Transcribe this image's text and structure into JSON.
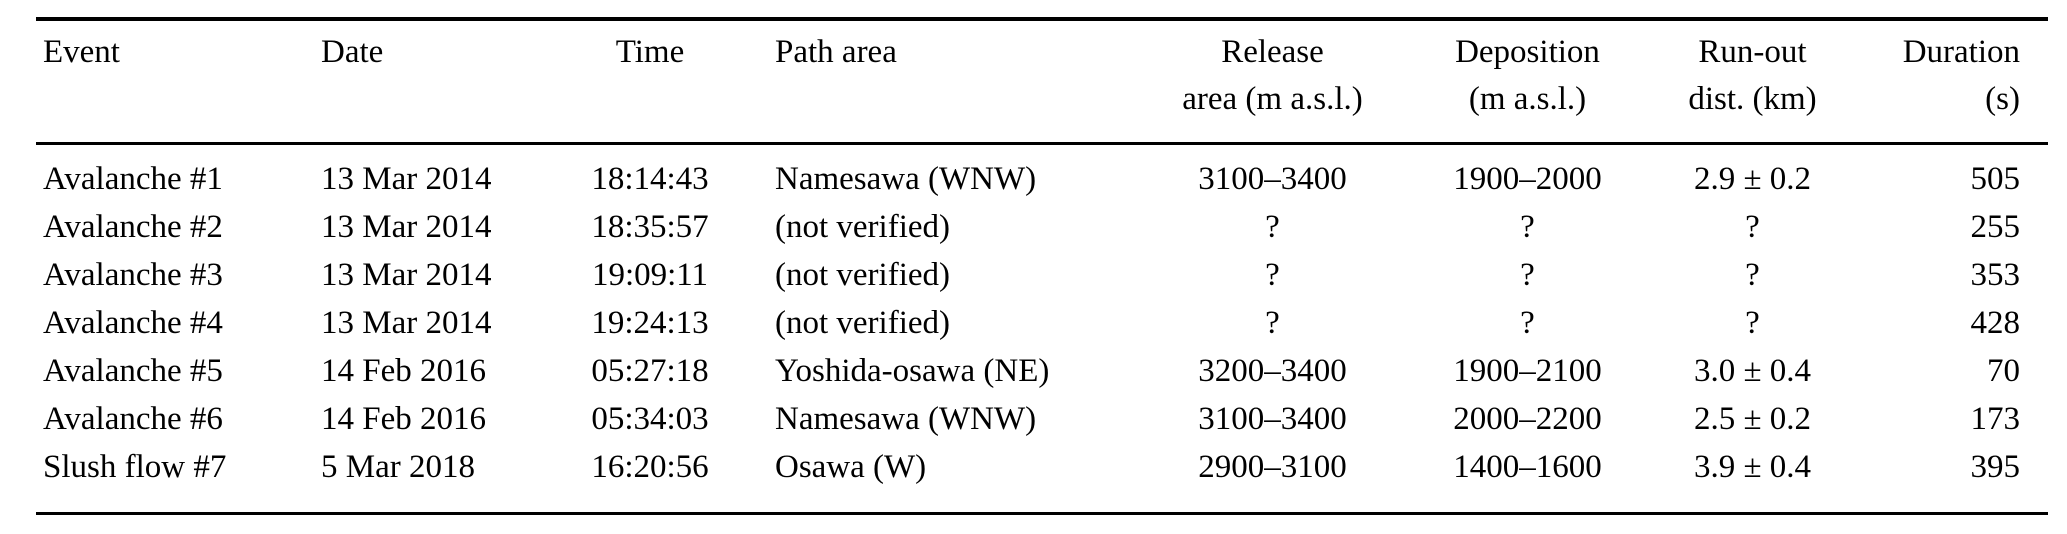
{
  "page": {
    "background_color": "#ffffff",
    "text_color": "#000000",
    "rule_color": "#000000"
  },
  "table": {
    "columns": [
      {
        "id": "event",
        "label_line1": "Event",
        "label_line2": "",
        "align": "left"
      },
      {
        "id": "date",
        "label_line1": "Date",
        "label_line2": "",
        "align": "left"
      },
      {
        "id": "time",
        "label_line1": "Time",
        "label_line2": "",
        "align": "center"
      },
      {
        "id": "path-area",
        "label_line1": "Path area",
        "label_line2": "",
        "align": "left"
      },
      {
        "id": "release-area",
        "label_line1": "Release",
        "label_line2": "area (m a.s.l.)",
        "align": "center"
      },
      {
        "id": "deposition",
        "label_line1": "Deposition",
        "label_line2": "(m a.s.l.)",
        "align": "center"
      },
      {
        "id": "runout-dist",
        "label_line1": "Run-out",
        "label_line2": "dist. (km)",
        "align": "center"
      },
      {
        "id": "duration",
        "label_line1": "Duration",
        "label_line2": "(s)",
        "align": "right"
      }
    ],
    "rows": [
      [
        "Avalanche #1",
        "13 Mar 2014",
        "18:14:43",
        "Namesawa (WNW)",
        "3100–3400",
        "1900–2000",
        "2.9 ± 0.2",
        "505"
      ],
      [
        "Avalanche #2",
        "13 Mar 2014",
        "18:35:57",
        "(not verified)",
        "?",
        "?",
        "?",
        "255"
      ],
      [
        "Avalanche #3",
        "13 Mar 2014",
        "19:09:11",
        "(not verified)",
        "?",
        "?",
        "?",
        "353"
      ],
      [
        "Avalanche #4",
        "13 Mar 2014",
        "19:24:13",
        "(not verified)",
        "?",
        "?",
        "?",
        "428"
      ],
      [
        "Avalanche #5",
        "14 Feb 2016",
        "05:27:18",
        "Yoshida-osawa (NE)",
        "3200–3400",
        "1900–2100",
        "3.0 ± 0.4",
        "70"
      ],
      [
        "Avalanche #6",
        "14 Feb 2016",
        "05:34:03",
        "Namesawa (WNW)",
        "3100–3400",
        "2000–2200",
        "2.5 ± 0.2",
        "173"
      ],
      [
        "Slush flow #7",
        "5 Mar 2018",
        "16:20:56",
        "Osawa (W)",
        "2900–3100",
        "1400–1600",
        "3.9 ± 0.4",
        "395"
      ]
    ]
  }
}
